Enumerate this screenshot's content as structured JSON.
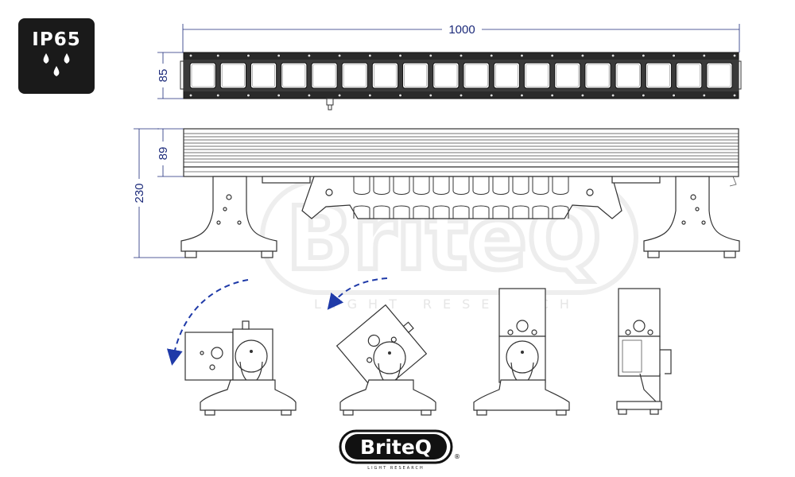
{
  "badge": {
    "label": "IP65",
    "icon": "water-drops-icon",
    "background": "#1a1a1a"
  },
  "dimensions": {
    "width": "1000",
    "front_height": "85",
    "side_height": "89",
    "total_height": "230",
    "color": "#1c2a7a"
  },
  "watermark": {
    "brand": "BriteQ",
    "tagline": "LIGHT RESEARCH"
  },
  "logo": {
    "brand": "BriteQ",
    "tagline": "LIGHT RESEARCH",
    "registered": "®"
  },
  "front_view": {
    "led_count": 18
  },
  "rotation_arrow_color": "#1f3aa8"
}
